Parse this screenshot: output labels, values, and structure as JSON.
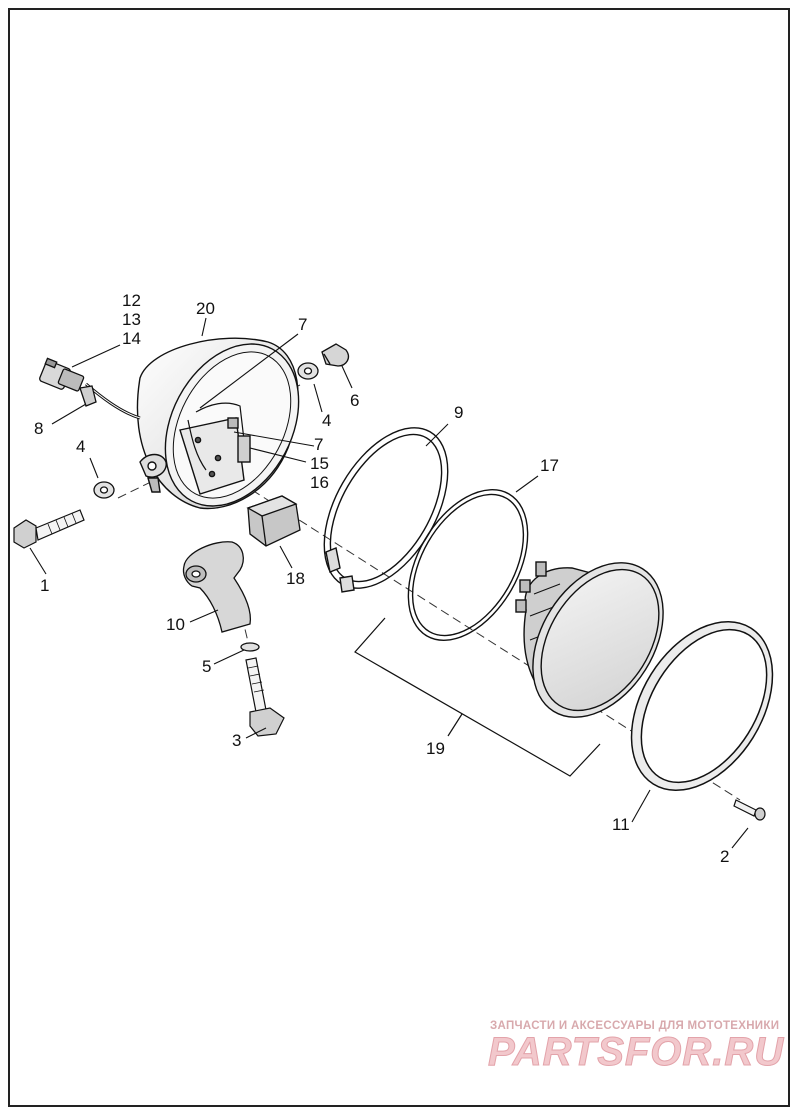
{
  "diagram": {
    "callouts": [
      {
        "id": "c12",
        "text": "12"
      },
      {
        "id": "c13",
        "text": "13"
      },
      {
        "id": "c14",
        "text": "14"
      },
      {
        "id": "c20",
        "text": "20"
      },
      {
        "id": "c7a",
        "text": "7"
      },
      {
        "id": "c6",
        "text": "6"
      },
      {
        "id": "c4a",
        "text": "4"
      },
      {
        "id": "c8",
        "text": "8"
      },
      {
        "id": "c4b",
        "text": "4"
      },
      {
        "id": "c7b",
        "text": "7"
      },
      {
        "id": "c15",
        "text": "15"
      },
      {
        "id": "c16",
        "text": "16"
      },
      {
        "id": "c9",
        "text": "9"
      },
      {
        "id": "c17",
        "text": "17"
      },
      {
        "id": "c1",
        "text": "1"
      },
      {
        "id": "c18",
        "text": "18"
      },
      {
        "id": "c10",
        "text": "10"
      },
      {
        "id": "c5",
        "text": "5"
      },
      {
        "id": "c3",
        "text": "3"
      },
      {
        "id": "c19",
        "text": "19"
      },
      {
        "id": "c11",
        "text": "11"
      },
      {
        "id": "c2",
        "text": "2"
      }
    ]
  },
  "watermark": {
    "tagline": "ЗАПЧАСТИ И АКСЕССУАРЫ ДЛЯ МОТОТЕХНИКИ",
    "brand": "PARTSFOR.RU"
  }
}
